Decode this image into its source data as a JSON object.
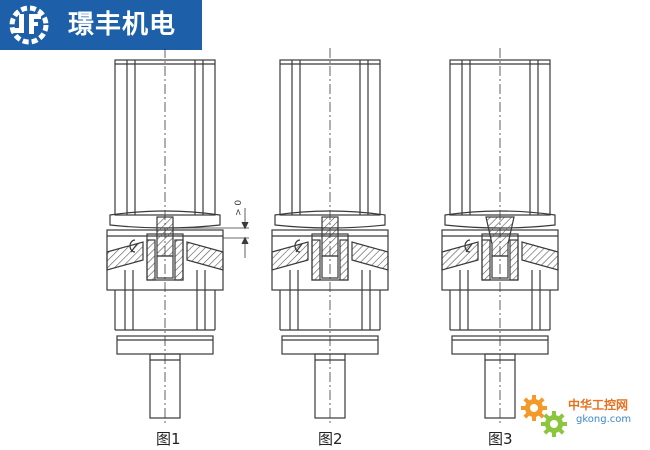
{
  "logo": {
    "text": "璟丰机电",
    "icon": "jf-gear-logo",
    "background": "#1d5fa8"
  },
  "figures": [
    {
      "caption": "图1",
      "shows_gap": true,
      "pin": "partial"
    },
    {
      "caption": "图2",
      "shows_gap": false,
      "pin": "partial"
    },
    {
      "caption": "图3",
      "shows_gap": false,
      "pin": "flared"
    }
  ],
  "gap_label": "> 0",
  "watermark": {
    "text": "中华工控网",
    "url": "gkong.com",
    "icon": "gear-pair-icon",
    "color": "#e8701e"
  },
  "colors": {
    "line": "#3a3a3a",
    "hatch": "#555555"
  }
}
